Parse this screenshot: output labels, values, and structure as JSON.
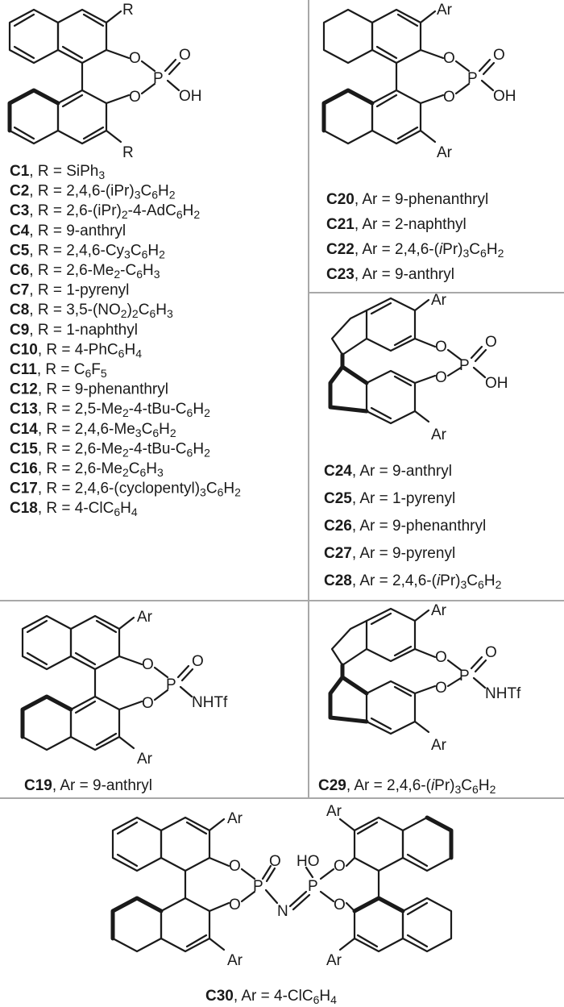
{
  "figure": {
    "colors": {
      "ink": "#1a1a1a",
      "divider": "#a8a8a8"
    },
    "panels": {
      "binol": {
        "substituent_label": "R",
        "acid_atoms": {
          "oxygen": "O",
          "phosphorus": "P",
          "double_o": "O",
          "hydroxyl": "OH"
        },
        "entries": [
          {
            "id": "C1",
            "text": ", R = SiPh",
            "sub": "3",
            "tail": ""
          },
          {
            "id": "C2",
            "text": ", R = 2,4,6-(iPr)",
            "sub": "3",
            "tail": "C",
            "sub2": "6",
            "tail2": "H",
            "sub3": "2"
          },
          {
            "id": "C3",
            "text": ", R = 2,6-(iPr)",
            "sub": "2",
            "tail": "-4-AdC",
            "sub2": "6",
            "tail2": "H",
            "sub3": "2"
          },
          {
            "id": "C4",
            "text": ", R = 9-anthryl"
          },
          {
            "id": "C5",
            "text": ", R = 2,4,6-Cy",
            "sub": "3",
            "tail": "C",
            "sub2": "6",
            "tail2": "H",
            "sub3": "2"
          },
          {
            "id": "C6",
            "text": ", R = 2,6-Me",
            "sub": "2",
            "tail": "-C",
            "sub2": "6",
            "tail2": "H",
            "sub3": "3"
          },
          {
            "id": "C7",
            "text": ", R = 1-pyrenyl"
          },
          {
            "id": "C8",
            "text": ", R = 3,5-(NO",
            "sub": "2",
            "tail": ")",
            "sub2": "2",
            "tail2": "C",
            "sub3": "6",
            "tail3": "H",
            "sub4": "3"
          },
          {
            "id": "C9",
            "text": ", R = 1-naphthyl"
          },
          {
            "id": "C10",
            "text": ", R = 4-PhC",
            "sub": "6",
            "tail": "H",
            "sub2": "4"
          },
          {
            "id": "C11",
            "text": ", R = C",
            "sub": "6",
            "tail": "F",
            "sub2": "5"
          },
          {
            "id": "C12",
            "text": ", R = 9-phenanthryl"
          },
          {
            "id": "C13",
            "text": ", R = 2,5-Me",
            "sub": "2",
            "tail": "-4-tBu-C",
            "sub2": "6",
            "tail2": "H",
            "sub3": "2"
          },
          {
            "id": "C14",
            "text": ", R = 2,4,6-Me",
            "sub": "3",
            "tail": "C",
            "sub2": "6",
            "tail2": "H",
            "sub3": "2"
          },
          {
            "id": "C15",
            "text": ", R = 2,6-Me",
            "sub": "2",
            "tail": "-4-tBu-C",
            "sub2": "6",
            "tail2": "H",
            "sub3": "2"
          },
          {
            "id": "C16",
            "text": ", R = 2,6-Me",
            "sub": "2",
            "tail": "C",
            "sub2": "6",
            "tail2": "H",
            "sub3": "3"
          },
          {
            "id": "C17",
            "text": ", R = 2,4,6-(cyclopentyl)",
            "sub": "3",
            "tail": "C",
            "sub2": "6",
            "tail2": "H",
            "sub3": "2"
          },
          {
            "id": "C18",
            "text": ", R = 4-ClC",
            "sub": "6",
            "tail": "H",
            "sub2": "4"
          }
        ]
      },
      "h8binol": {
        "substituent_label": "Ar",
        "acid_atoms": {
          "oxygen": "O",
          "phosphorus": "P",
          "double_o": "O",
          "hydroxyl": "OH"
        },
        "entries": [
          {
            "id": "C20",
            "text": ", Ar = 9-phenanthryl"
          },
          {
            "id": "C21",
            "text": ", Ar = 2-naphthyl"
          },
          {
            "id": "C22",
            "text": ", Ar = 2,4,6-(",
            "ital": "i",
            "tail": "Pr)",
            "sub": "3",
            "tail2": "C",
            "sub2": "6",
            "tail3": "H",
            "sub3": "2"
          },
          {
            "id": "C23",
            "text": ", Ar = 9-anthryl"
          }
        ]
      },
      "spinol": {
        "substituent_label": "Ar",
        "acid_atoms": {
          "oxygen": "O",
          "phosphorus": "P",
          "double_o": "O",
          "hydroxyl": "OH"
        },
        "entries": [
          {
            "id": "C24",
            "text": ", Ar = 9-anthryl"
          },
          {
            "id": "C25",
            "text": ", Ar = 1-pyrenyl"
          },
          {
            "id": "C26",
            "text": ", Ar = 9-phenanthryl"
          },
          {
            "id": "C27",
            "text": ", Ar = 9-pyrenyl"
          },
          {
            "id": "C28",
            "text": ", Ar = 2,4,6-(",
            "ital": "i",
            "tail": "Pr)",
            "sub": "3",
            "tail2": "C",
            "sub2": "6",
            "tail3": "H",
            "sub3": "2"
          }
        ]
      },
      "binol_nhtf": {
        "substituent_label": "Ar",
        "acid_atoms": {
          "oxygen": "O",
          "phosphorus": "P",
          "double_o": "O",
          "amide": "NHTf"
        },
        "entries": [
          {
            "id": "C19",
            "text": ", Ar = 9-anthryl"
          }
        ]
      },
      "spinol_nhtf": {
        "substituent_label": "Ar",
        "acid_atoms": {
          "oxygen": "O",
          "phosphorus": "P",
          "double_o": "O",
          "amide": "NHTf"
        },
        "entries": [
          {
            "id": "C29",
            "text": ", Ar = 2,4,6-(",
            "ital": "i",
            "tail": "Pr)",
            "sub": "3",
            "tail2": "C",
            "sub2": "6",
            "tail3": "H",
            "sub3": "2"
          }
        ]
      },
      "imidodiphosphate": {
        "substituent_label": "Ar",
        "acid_atoms": {
          "oxygen": "O",
          "phosphorus": "P",
          "nitrogen": "N",
          "double_o": "O",
          "hydroxyl": "HO"
        },
        "entries": [
          {
            "id": "C30",
            "text": ", Ar = 4-ClC",
            "sub": "6",
            "tail": "H",
            "sub2": "4"
          }
        ]
      }
    }
  }
}
